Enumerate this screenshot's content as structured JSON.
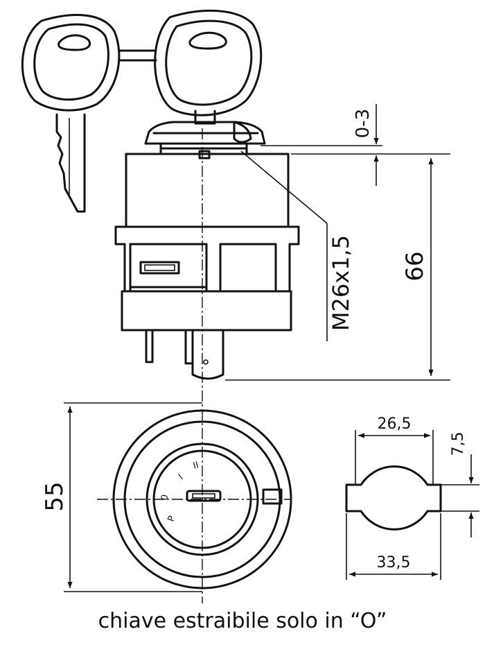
{
  "labels": {
    "gap": "0-3",
    "thread": "M26x1,5",
    "height": "66",
    "diameter": "55",
    "cut_width": "26,5",
    "cut_depth": "7,5",
    "cut_overall": "33,5"
  },
  "positions": [
    "P",
    "0",
    "I",
    "II"
  ],
  "caption": "chiave estraibile solo in “O”"
}
